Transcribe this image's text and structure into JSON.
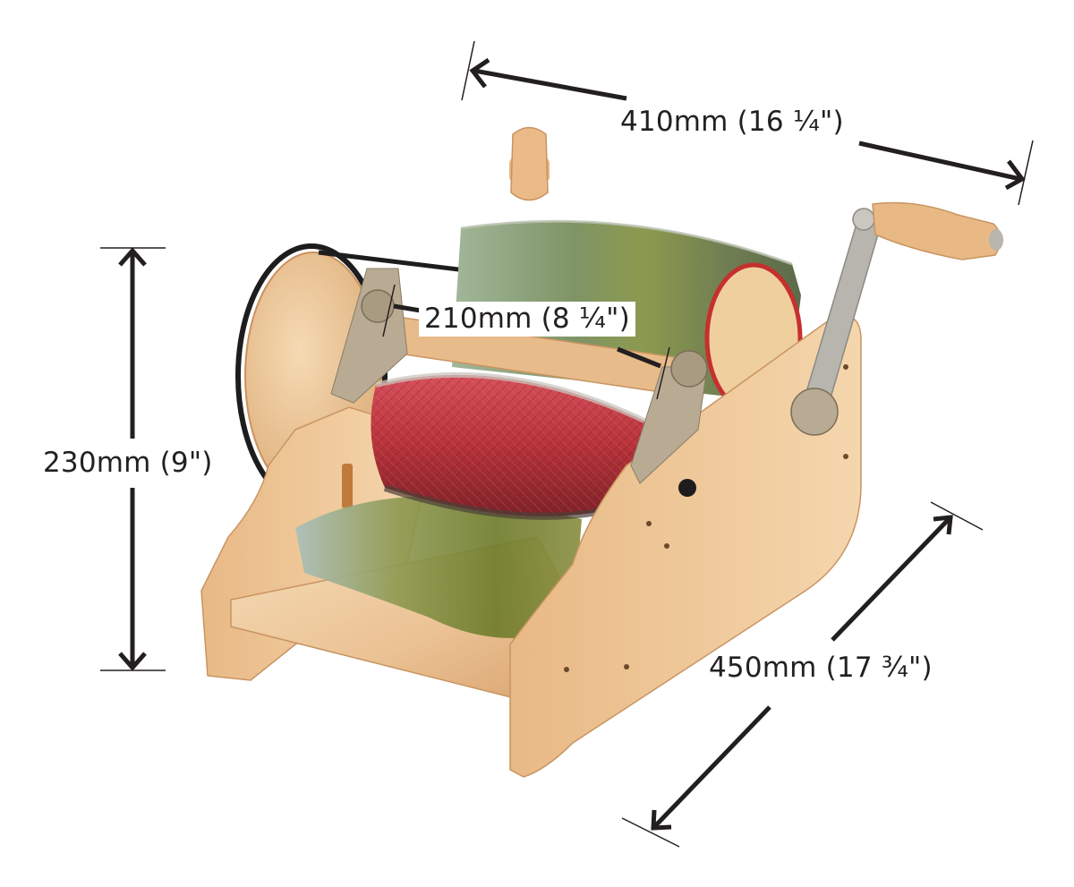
{
  "product": {
    "name": "Drum carder",
    "colors": {
      "wood_light": "#f3d2a8",
      "wood_mid": "#e5b482",
      "wood_dark": "#c98e58",
      "large_drum_green": "#7a8f5c",
      "large_drum_sage": "#9aae8c",
      "licker_drum_red": "#b8323a",
      "metal": "#b9ab93",
      "belt": "#1d1d1d",
      "fiber_green": "#7c8a3a",
      "fiber_blue": "#9cb2b0"
    }
  },
  "dimensions": {
    "width": {
      "label": "410mm (16 ¼\")",
      "mm": 410,
      "inches": "16 1/4"
    },
    "drum_width": {
      "label": "210mm (8 ¼\")",
      "mm": 210,
      "inches": "8 1/4"
    },
    "height": {
      "label": "230mm (9\")",
      "mm": 230,
      "inches": "9"
    },
    "depth": {
      "label": "450mm (17 ¾\")",
      "mm": 450,
      "inches": "17 3/4"
    }
  },
  "annotation_color": "#231f20"
}
